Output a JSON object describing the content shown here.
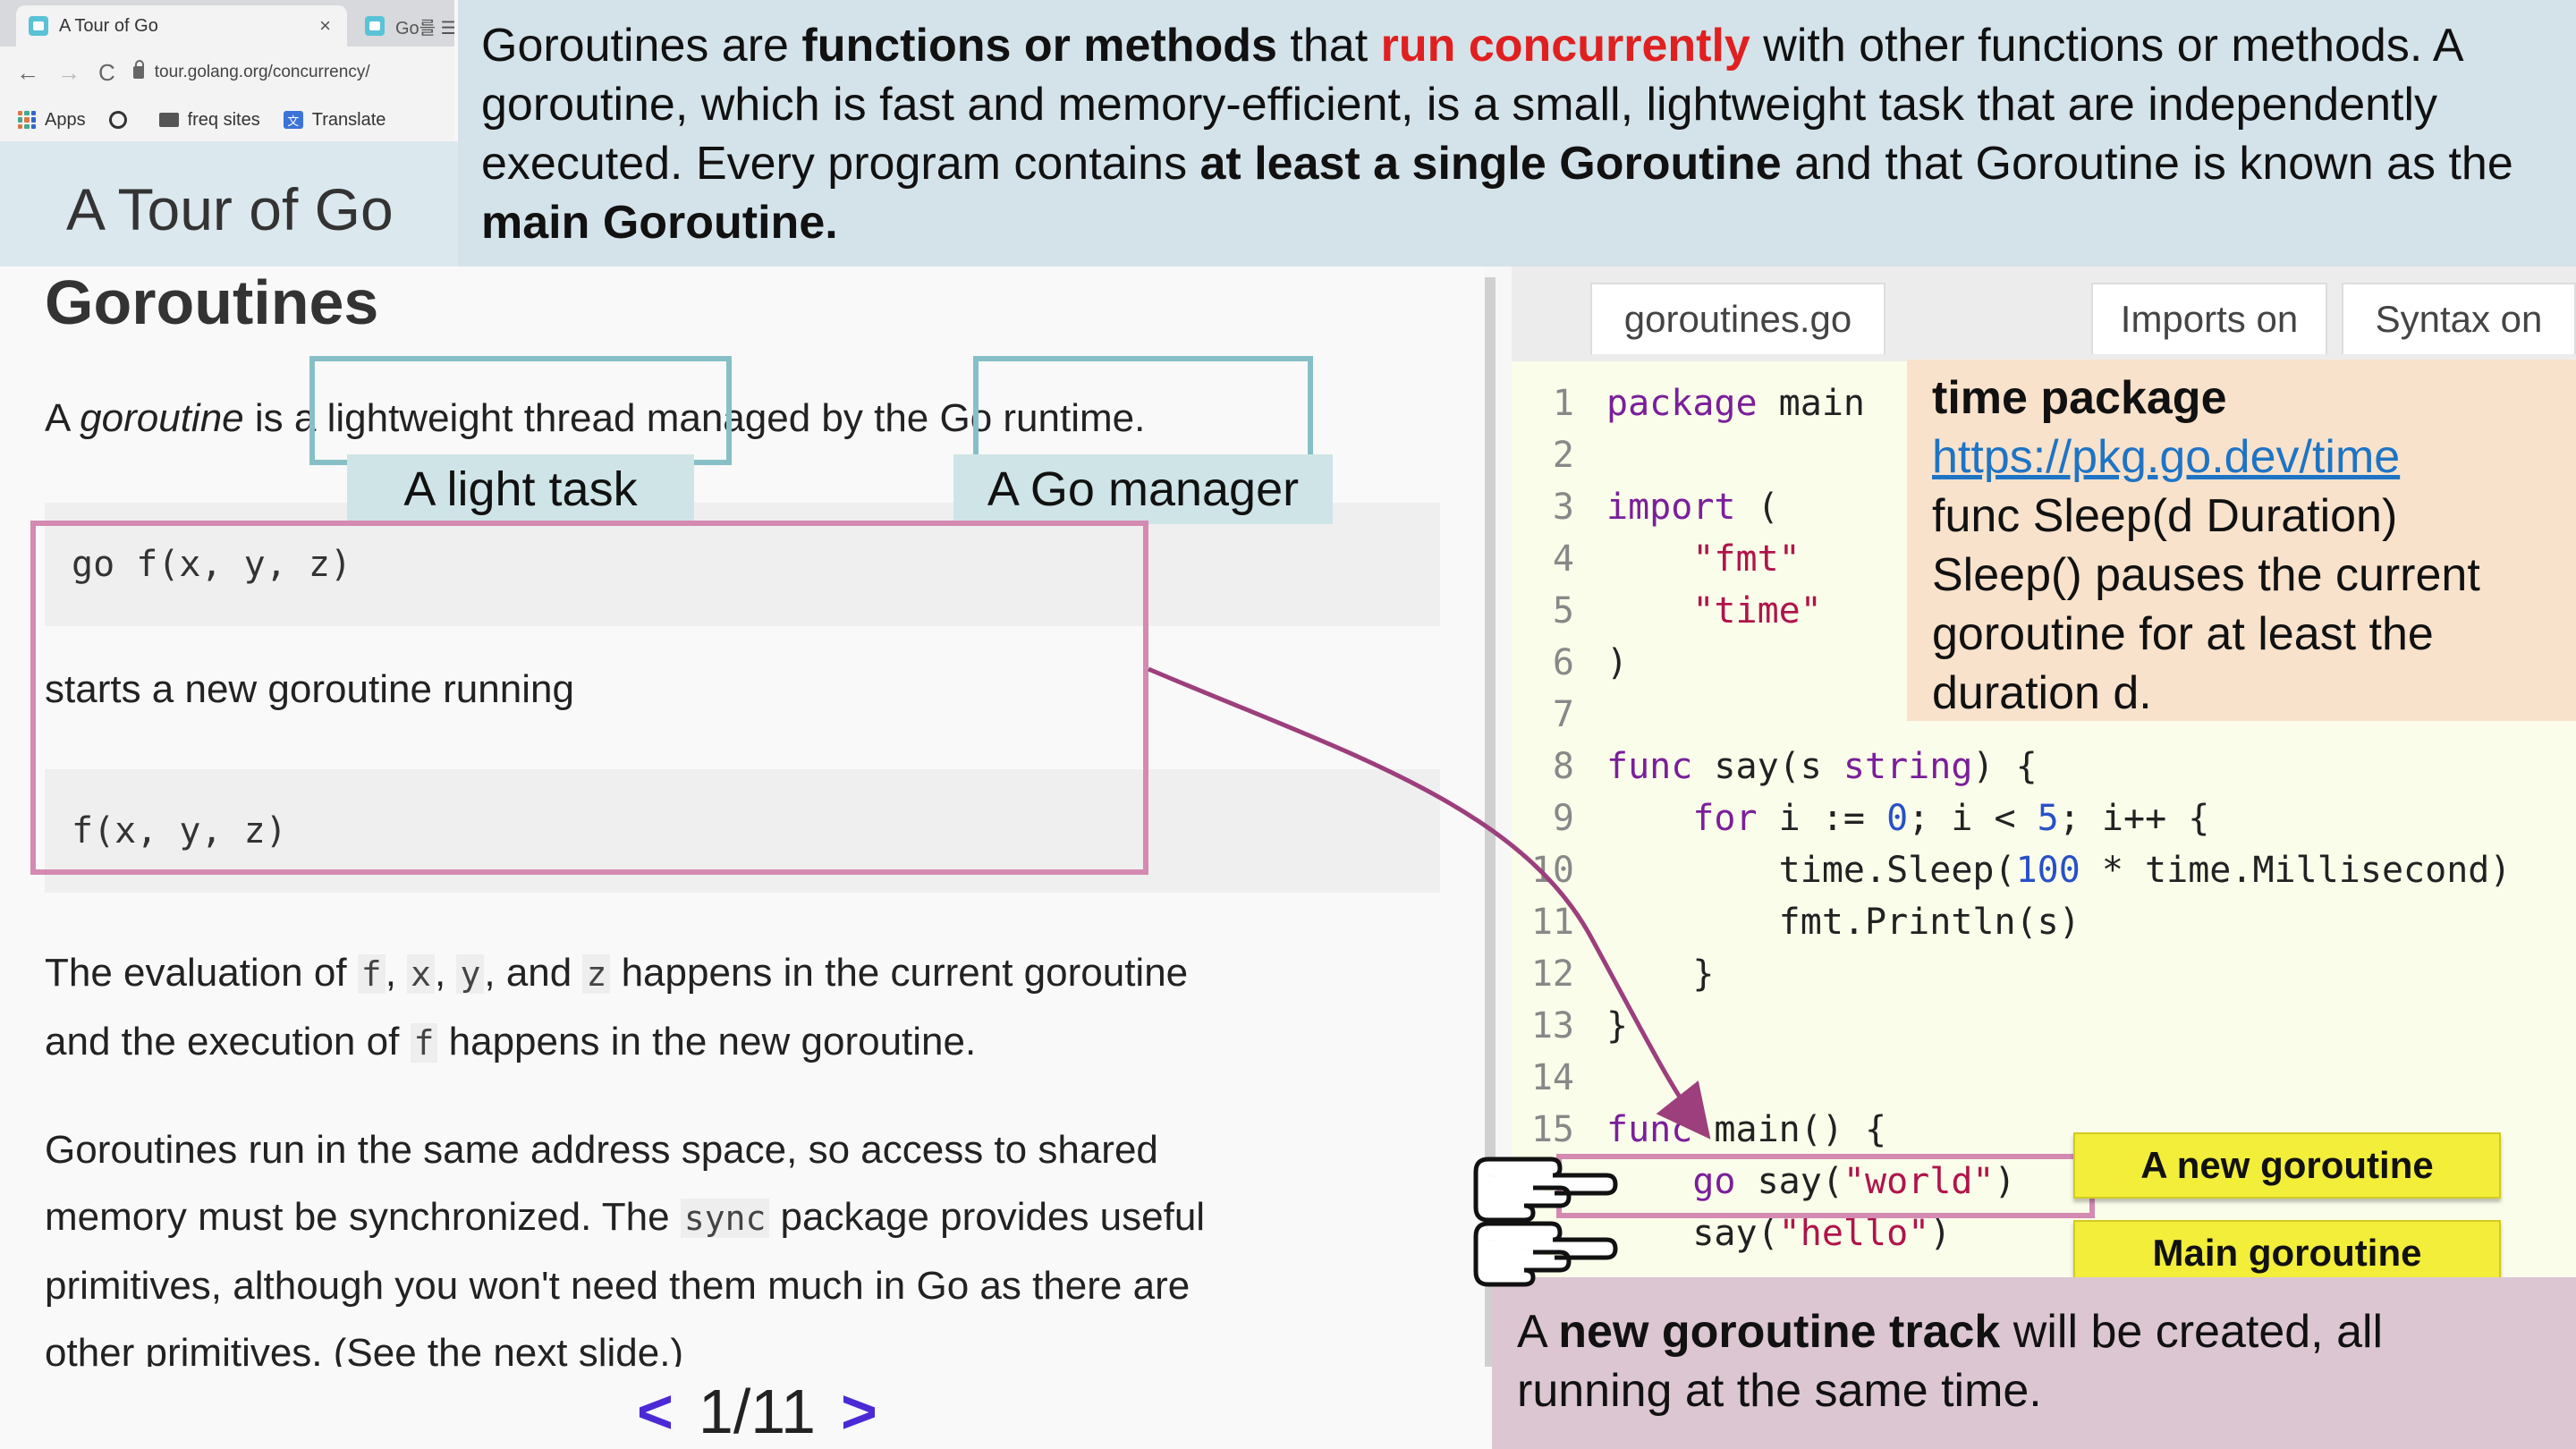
{
  "browser": {
    "active_tab": "A Tour of Go",
    "active_tab_close": "×",
    "inactive_tab": "Go를 ☰",
    "url": "tour.golang.org/concurrency/",
    "nav_back": "←",
    "nav_forward": "→",
    "nav_reload": "C",
    "bookmarks": [
      "Apps",
      "freq sites",
      "Translate"
    ]
  },
  "header": {
    "title": "A Tour of Go"
  },
  "top_note": {
    "p1": "Goroutines are ",
    "b1": "functions or methods",
    "p2": " that ",
    "r1": "run concurrently",
    "p3": " with other functions or methods. A goroutine, which is fast and memory-efficient, is a small, lightweight task that are independently executed. Every program contains ",
    "b2": "at least a single Goroutine",
    "p4": " and that Goroutine is known as the ",
    "b3": "main Goroutine."
  },
  "lesson": {
    "title": "Goroutines",
    "intro": {
      "a": "A ",
      "goroutine": "goroutine",
      "is": " is ",
      "thread": "a lightweight thread",
      "managed": " managed by ",
      "runtime": "the Go runtime."
    },
    "chip_light_task": "A light task",
    "chip_go_manager": "A Go manager",
    "code1": "go f(x, y, z)",
    "starts_line": "starts a new goroutine running",
    "code2": "f(x, y, z)",
    "eval": {
      "t1": "The evaluation of ",
      "f": "f",
      "c1": ", ",
      "x": "x",
      "c2": ", ",
      "y": "y",
      "c3": ", and ",
      "z": "z",
      "t2": " happens in the current goroutine",
      "t3": "and the execution of ",
      "f2": "f",
      "t4": " happens in the new goroutine."
    },
    "shared": {
      "l1": "Goroutines run in the same address space, so access to shared",
      "l2a": "memory must be synchronized. The ",
      "sync": "sync",
      "l2b": " package provides useful",
      "l3": "primitives, although you won't need them much in Go as there are",
      "l4": "other primitives. (See the next slide.)"
    }
  },
  "pager": {
    "prev": "<",
    "page": "1/11",
    "next": ">"
  },
  "editor": {
    "file_tab": "goroutines.go",
    "imports_toggle": "Imports on",
    "syntax_toggle": "Syntax on",
    "lines": [
      {
        "n": "1"
      },
      {
        "n": "2"
      },
      {
        "n": "3"
      },
      {
        "n": "4"
      },
      {
        "n": "5"
      },
      {
        "n": "6"
      },
      {
        "n": "7"
      },
      {
        "n": "8"
      },
      {
        "n": "9"
      },
      {
        "n": "10"
      },
      {
        "n": "11"
      },
      {
        "n": "12"
      },
      {
        "n": "13"
      },
      {
        "n": "14"
      },
      {
        "n": "15"
      }
    ],
    "code": {
      "l1_kw": "package",
      "l1_rest": " main",
      "l3_kw": "import",
      "l3_rest": " (",
      "l4": "\"fmt\"",
      "l5": "\"time\"",
      "l6": ")",
      "l8_kw": "func",
      "l8_a": " say(s ",
      "l8_type": "string",
      "l8_b": ") {",
      "l9_kw": "for",
      "l9_a": " i := ",
      "l9_n0": "0",
      "l9_b": "; i < ",
      "l9_n5": "5",
      "l9_c": "; i++ {",
      "l10_a": "time.Sleep(",
      "l10_n": "100",
      "l10_b": " * time.Millisecond)",
      "l11": "fmt.Println(s)",
      "l12": "}",
      "l13": "}",
      "l15_kw": "func",
      "l15_rest": " main() {",
      "l16_kw": "go",
      "l16_a": " say(",
      "l16_s": "\"world\"",
      "l16_b": ")",
      "l17_a": "say(",
      "l17_s": "\"hello\"",
      "l17_b": ")"
    }
  },
  "time_note": {
    "title": "time package",
    "link": "https://pkg.go.dev/time",
    "sig": "func Sleep(d Duration)",
    "d1": "Sleep() pauses the current",
    "d2": "goroutine for at least the",
    "d3": "duration d."
  },
  "tags": {
    "new_goroutine": "A new goroutine",
    "main_goroutine": "Main goroutine"
  },
  "bottom_note": {
    "a": "A ",
    "b": "new goroutine track",
    "c": " will be created, all",
    "d": "running at the same time."
  },
  "colors": {
    "accent_red": "#e02020",
    "pink_outline": "#d48ab1",
    "teal_outline": "#86c0c6",
    "yellow_tag": "#f2ee3a",
    "pager_purple": "#4b2ad6"
  }
}
